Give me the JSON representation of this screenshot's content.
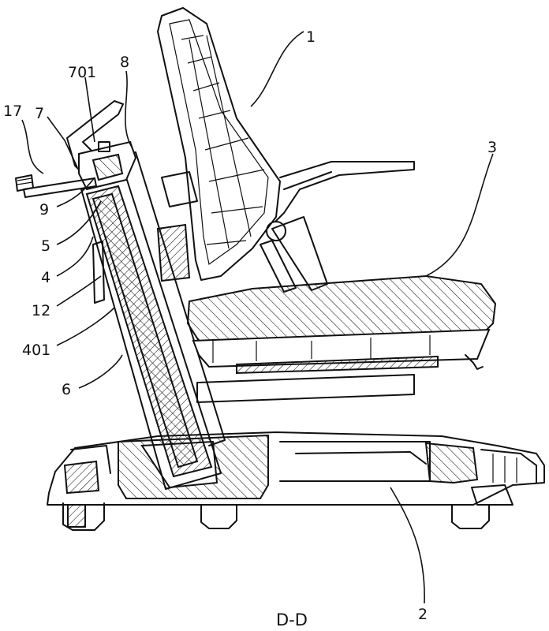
{
  "figure": {
    "caption": "D-D"
  },
  "part_labels": [
    {
      "id": "1",
      "text": "1"
    },
    {
      "id": "2",
      "text": "2"
    },
    {
      "id": "3",
      "text": "3"
    },
    {
      "id": "4",
      "text": "4"
    },
    {
      "id": "5",
      "text": "5"
    },
    {
      "id": "6",
      "text": "6"
    },
    {
      "id": "7",
      "text": "7"
    },
    {
      "id": "8",
      "text": "8"
    },
    {
      "id": "9",
      "text": "9"
    },
    {
      "id": "12",
      "text": "12"
    },
    {
      "id": "17",
      "text": "17"
    },
    {
      "id": "401",
      "text": "401"
    },
    {
      "id": "701",
      "text": "701"
    }
  ]
}
